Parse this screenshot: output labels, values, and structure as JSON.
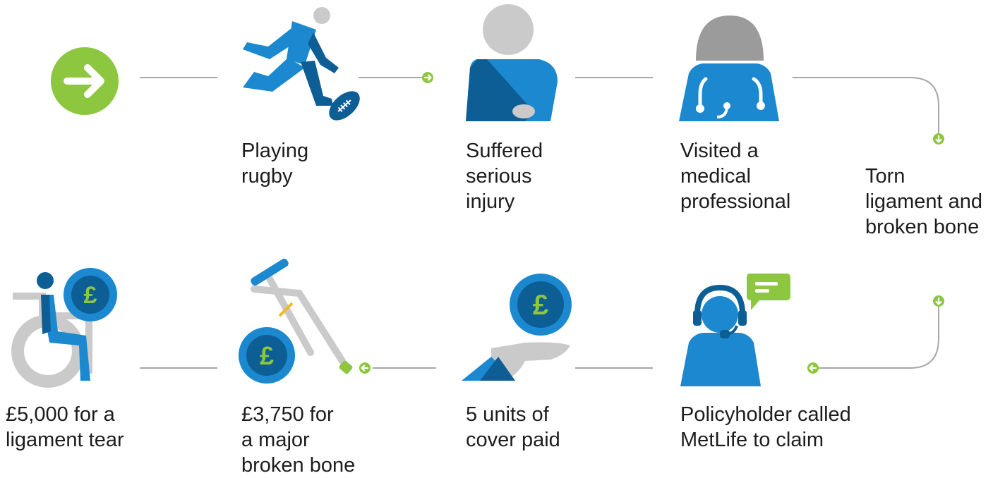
{
  "colors": {
    "blue": "#1b88cf",
    "dark_blue": "#0e5e96",
    "green": "#8dc63f",
    "grey": "#cacaca",
    "dark_grey": "#9b9b9b",
    "line": "#a8a8a8",
    "text": "#1d1d1f"
  },
  "steps": [
    {
      "icon": "start-arrow-icon",
      "label": ""
    },
    {
      "icon": "rugby-player-icon",
      "label": "Playing\nrugby"
    },
    {
      "icon": "injured-arm-sling-icon",
      "label": "Suffered\nserious\ninjury"
    },
    {
      "icon": "doctor-stethoscope-icon",
      "label": "Visited a\nmedical\nprofessional"
    },
    {
      "icon": "diagnosis",
      "label": "Torn\nligament and\nbroken bone"
    },
    {
      "icon": "call-centre-headset-icon",
      "label": "Policyholder called\nMetLife to claim"
    },
    {
      "icon": "hand-pound-coin-icon",
      "label": "5 units of\ncover paid"
    },
    {
      "icon": "crutch-pound-coin-icon",
      "label": "£3,750 for\na major\nbroken bone"
    },
    {
      "icon": "wheelchair-pound-coin-icon",
      "label": "£5,000 for a\nligament tear"
    }
  ],
  "currency_symbol": "£"
}
